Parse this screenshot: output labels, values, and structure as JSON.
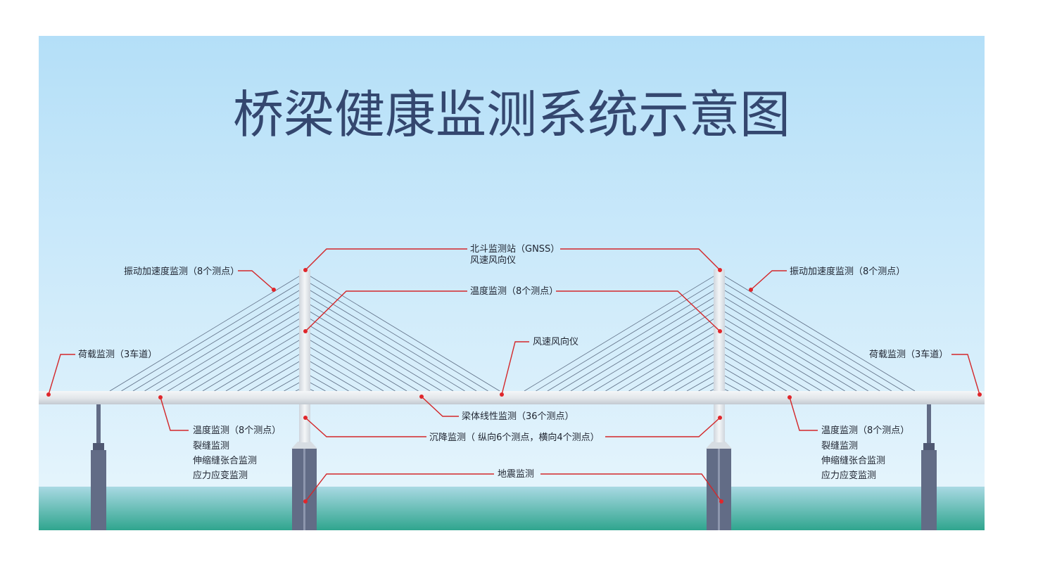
{
  "title": "桥梁健康监测系统示意图",
  "colors": {
    "sky_top": "#b4dff8",
    "sky_bottom": "#e4f4fc",
    "water_top": "#a9d9e3",
    "water_bottom": "#2fa58e",
    "deck": "#e6eaee",
    "tower": "#e9edf1",
    "pier": "#626c86",
    "leader": "#d3272a",
    "title": "#34476f"
  },
  "labels": {
    "gnss_line1": "北斗监测站（GNSS）",
    "gnss_line2": "风速风向仪",
    "vibration_left": "振动加速度监测（8个测点）",
    "vibration_right": "振动加速度监测（8个测点）",
    "temp_tower": "温度监测（8个测点）",
    "wind_mid": "风速风向仪",
    "load_left": "荷载监测（3车道）",
    "load_right": "荷载监测（3车道）",
    "alignment": "梁体线性监测（36个测点）",
    "settlement": "沉降监测（ 纵向6个测点，横向4个测点）",
    "seismic": "地震监测",
    "left_group": [
      "温度监测（8个测点）",
      "裂缝监测",
      "伸缩缝张合监测",
      "应力应变监测"
    ],
    "right_group": [
      "温度监测（8个测点）",
      "裂缝监测",
      "伸缩缝张合监测",
      "应力应变监测"
    ]
  }
}
